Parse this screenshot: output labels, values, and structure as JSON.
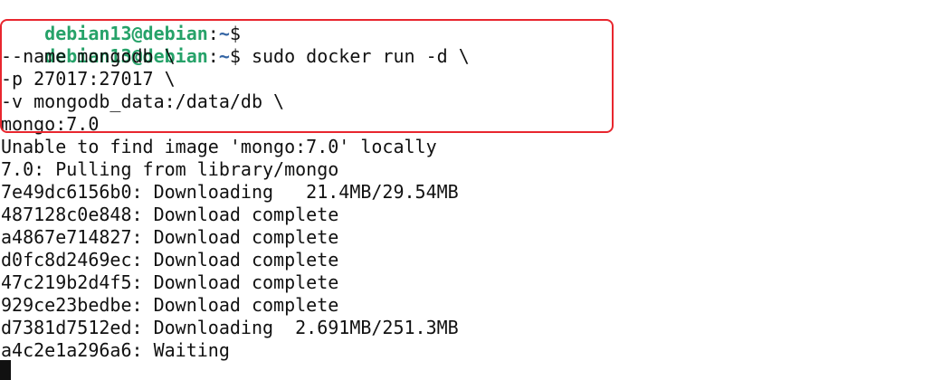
{
  "terminal": {
    "prompt": {
      "user_host": "debian13@debian",
      "separator": ":",
      "path": "~",
      "symbol": "$"
    },
    "first_prompt_command": "",
    "command_lines": [
      " sudo docker run -d \\",
      "--name mongodb \\",
      "-p 27017:27017 \\",
      "-v mongodb_data:/data/db \\",
      "mongo:7.0"
    ],
    "output_lines": [
      "Unable to find image 'mongo:7.0' locally",
      "7.0: Pulling from library/mongo",
      "7e49dc6156b0: Downloading   21.4MB/29.54MB",
      "487128c0e848: Download complete",
      "a4867e714827: Download complete",
      "d0fc8d2469ec: Download complete",
      "47c219b2d4f5: Download complete",
      "929ce23bedbe: Download complete",
      "d7381d7512ed: Downloading  2.691MB/251.3MB",
      "a4c2e1a296a6: Waiting"
    ],
    "colors": {
      "prompt_user": "#26a269",
      "prompt_path": "#3465a4",
      "highlight_border": "#e8262e",
      "text": "#111111",
      "background": "#ffffff"
    }
  }
}
